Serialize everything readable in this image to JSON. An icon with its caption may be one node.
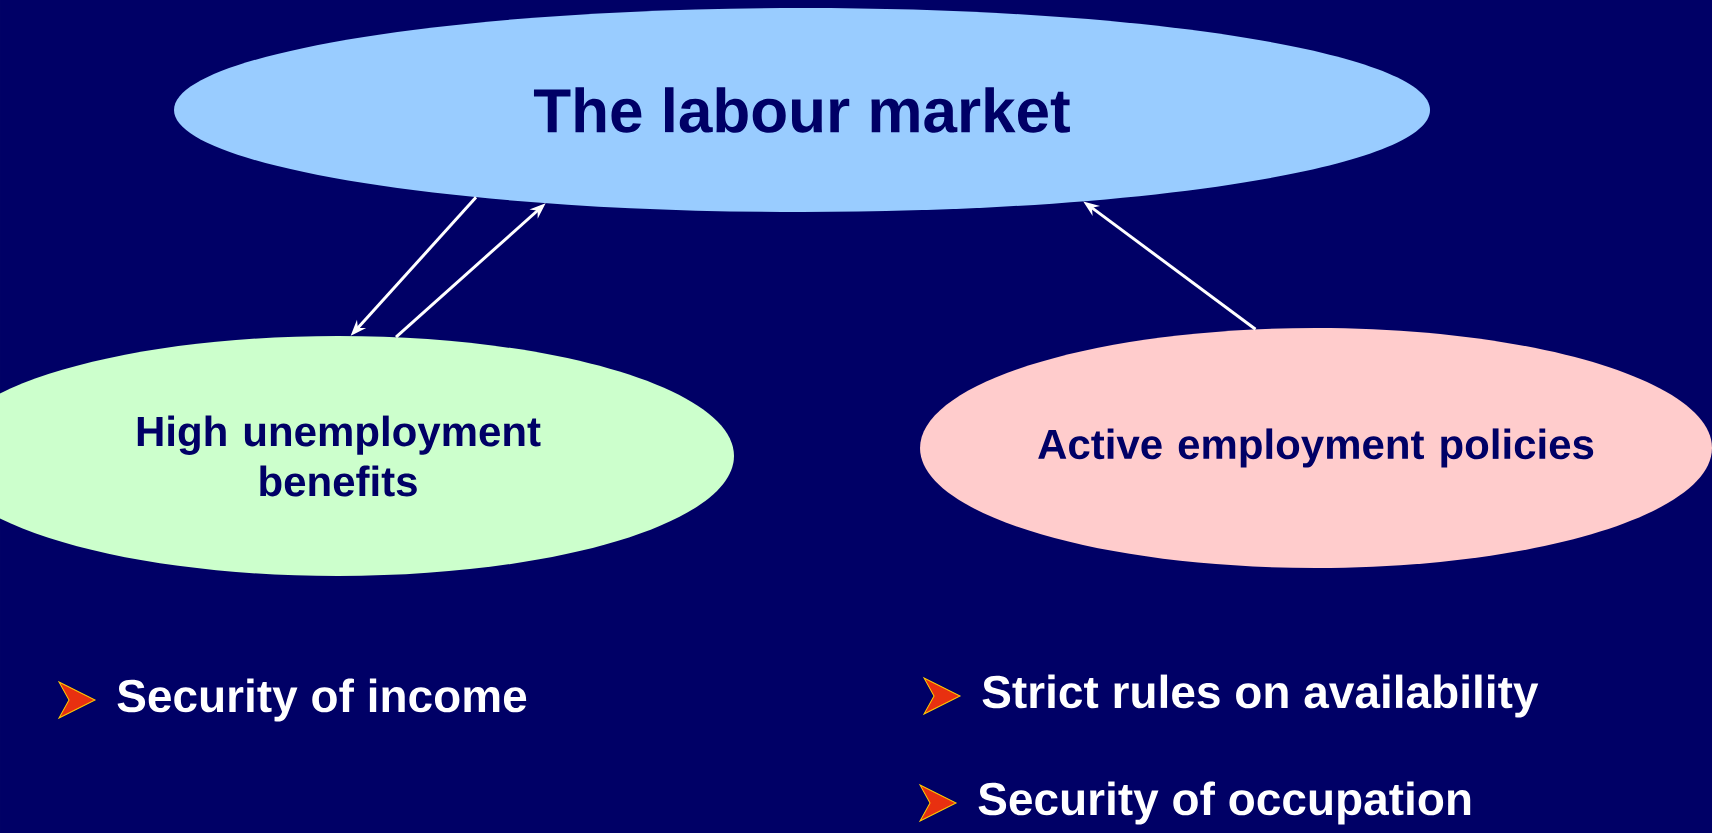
{
  "diagram": {
    "nodes": [
      {
        "text": [
          "The labour market"
        ]
      },
      {
        "text": [
          "High unemployment benefits"
        ]
      },
      {
        "text": [
          "Active employment policies"
        ]
      }
    ],
    "edges": [
      {
        "from": 0,
        "to": 1,
        "arrow": "to"
      },
      {
        "from": 1,
        "to": 0,
        "arrow": "to"
      },
      {
        "from": 2,
        "to": 0,
        "arrow": "to"
      }
    ],
    "labels": [
      "Security of income",
      "Strict rules on availability",
      "Security of occupation"
    ]
  }
}
